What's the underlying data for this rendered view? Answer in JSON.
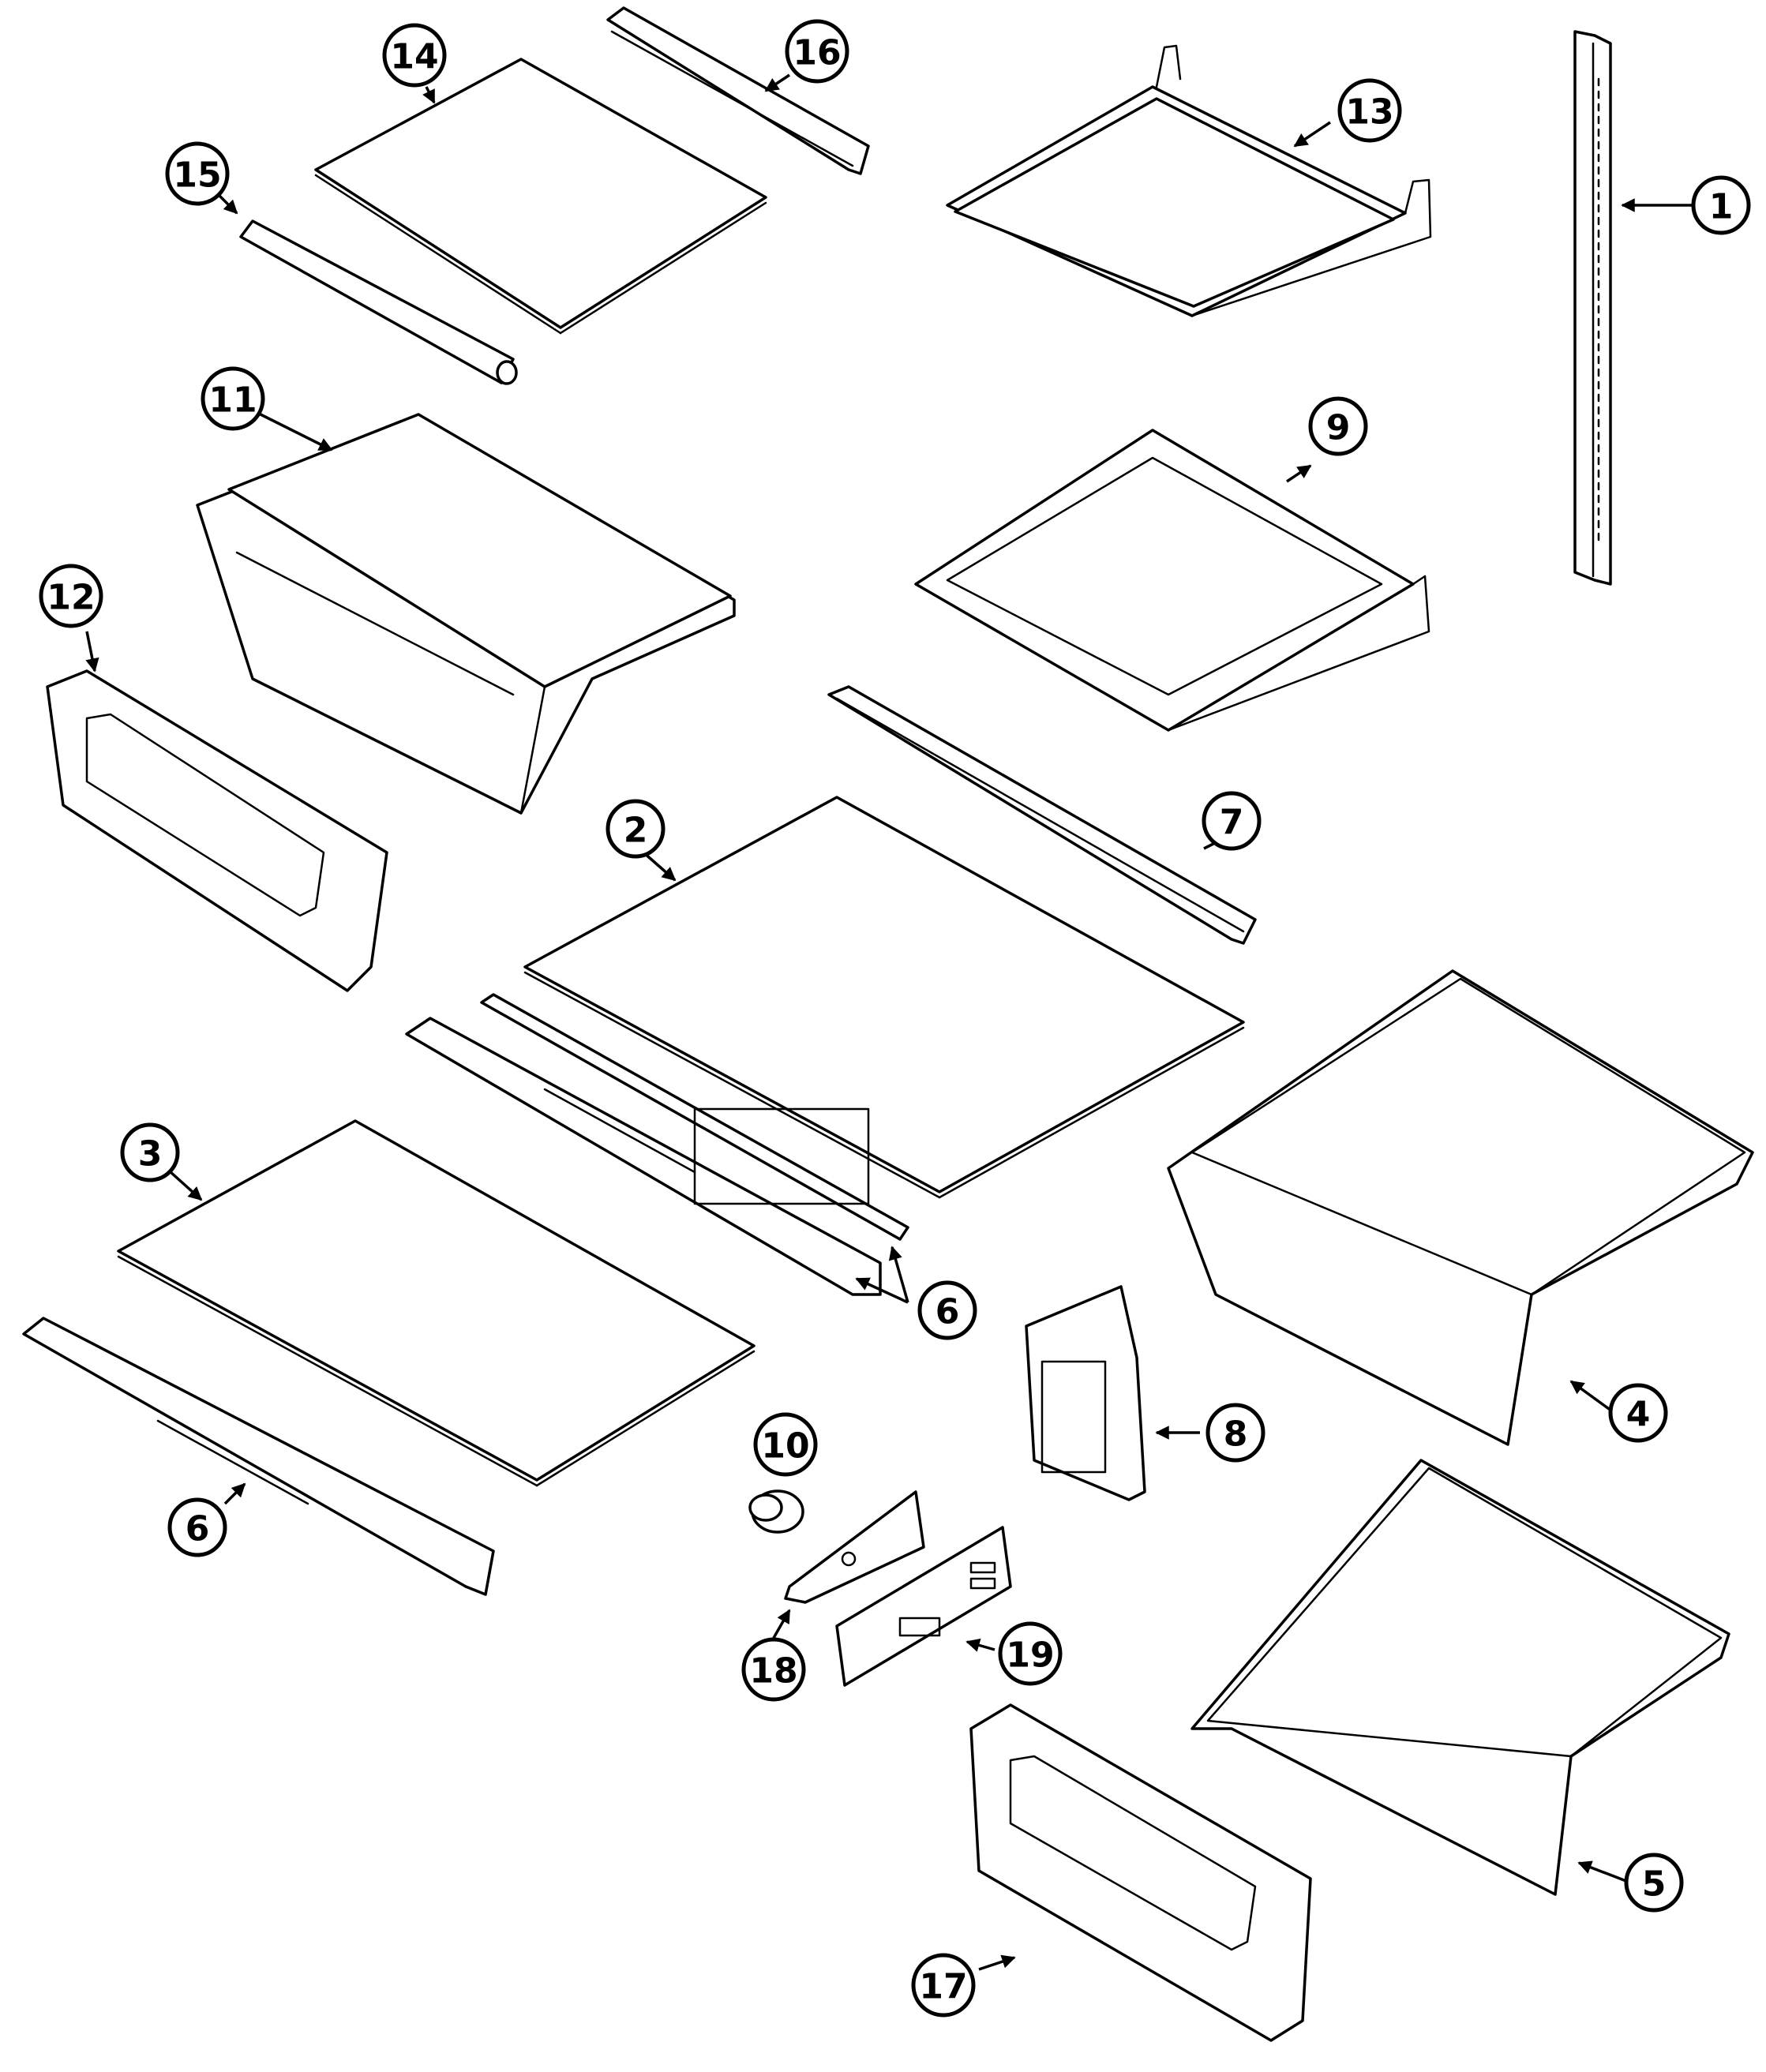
{
  "callouts": [
    {
      "id": "1",
      "label": "1"
    },
    {
      "id": "2",
      "label": "2"
    },
    {
      "id": "3",
      "label": "3"
    },
    {
      "id": "4",
      "label": "4"
    },
    {
      "id": "5",
      "label": "5"
    },
    {
      "id": "6a",
      "label": "6"
    },
    {
      "id": "6b",
      "label": "6"
    },
    {
      "id": "7",
      "label": "7"
    },
    {
      "id": "8",
      "label": "8"
    },
    {
      "id": "9",
      "label": "9"
    },
    {
      "id": "10",
      "label": "10"
    },
    {
      "id": "11",
      "label": "11"
    },
    {
      "id": "12",
      "label": "12"
    },
    {
      "id": "13",
      "label": "13"
    },
    {
      "id": "14",
      "label": "14"
    },
    {
      "id": "15",
      "label": "15"
    },
    {
      "id": "16",
      "label": "16"
    },
    {
      "id": "17",
      "label": "17"
    },
    {
      "id": "18",
      "label": "18"
    },
    {
      "id": "19",
      "label": "19"
    }
  ]
}
